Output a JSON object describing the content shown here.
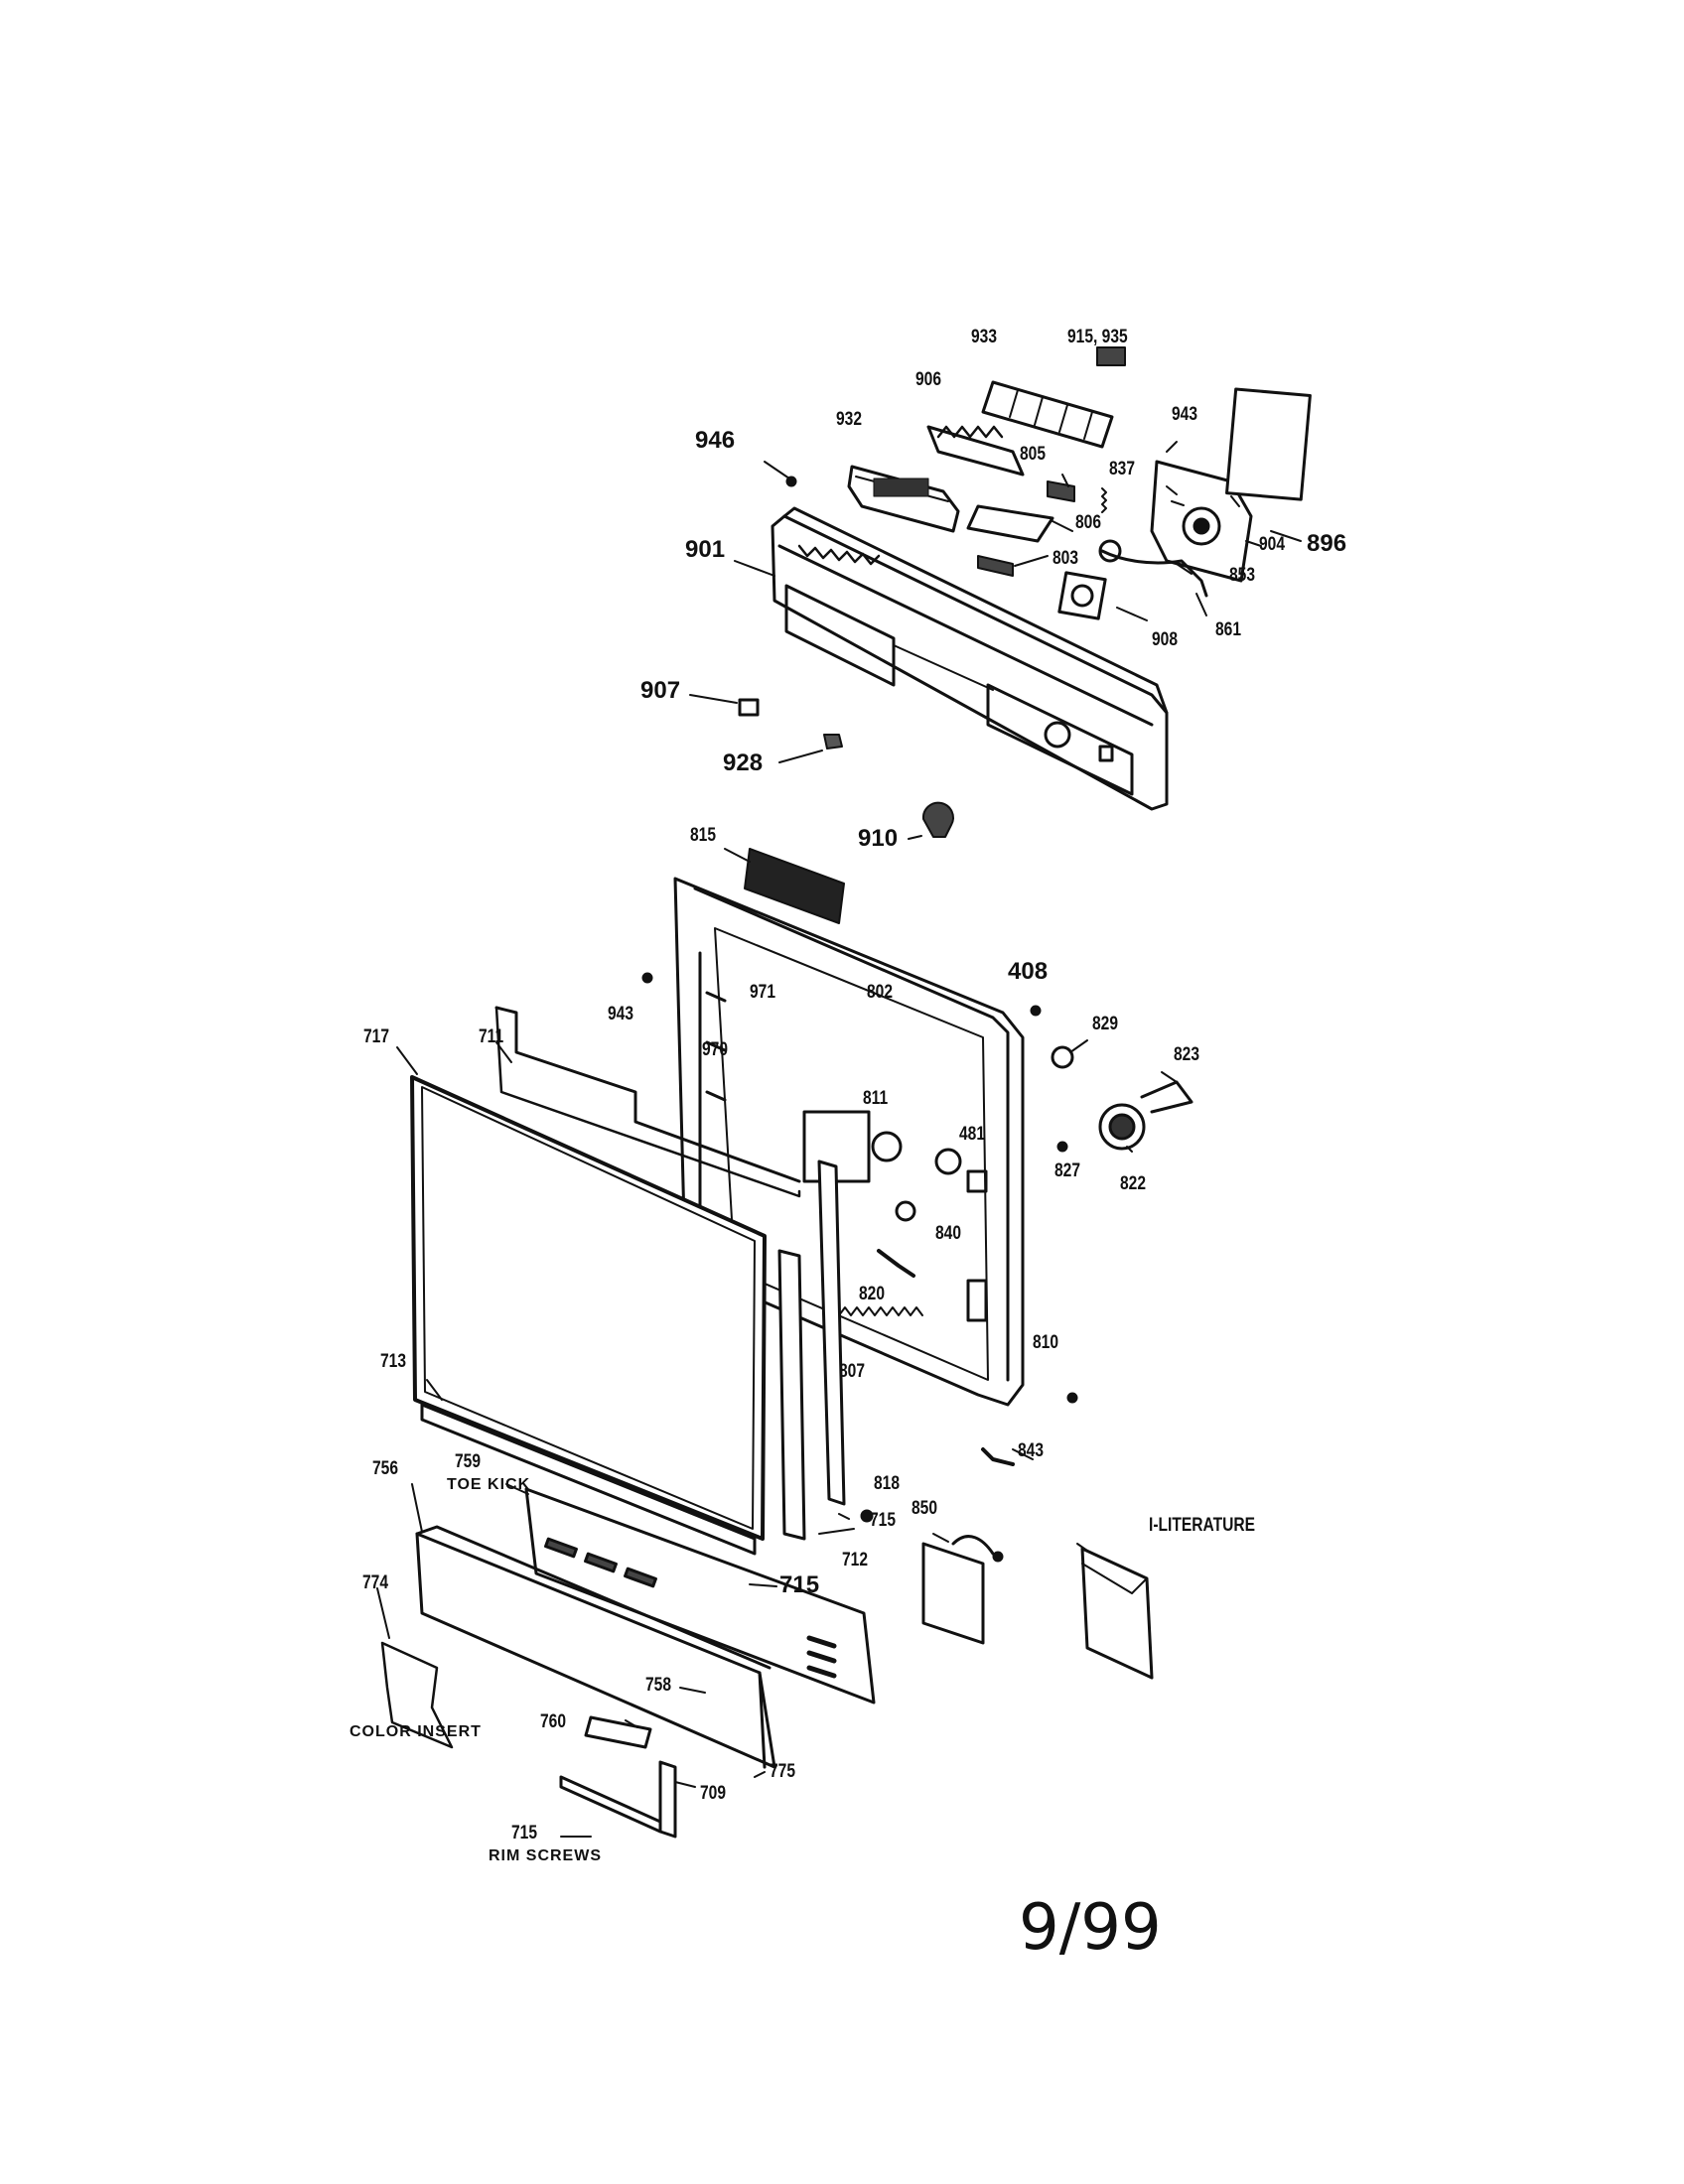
{
  "diagram": {
    "date": "9/99",
    "labels": {
      "p933": "933",
      "p915_935": "915, 935",
      "p906": "906",
      "p932": "932",
      "p946": "946",
      "p805": "805",
      "p837": "837",
      "p943_top": "943",
      "p896": "896",
      "p904": "904",
      "p806": "806",
      "p853": "853",
      "p901": "901",
      "p803": "803",
      "p861": "861",
      "p908": "908",
      "p907": "907",
      "p928": "928",
      "p910": "910",
      "p815": "815",
      "p408": "408",
      "p943_mid": "943",
      "p971": "971",
      "p802": "802",
      "p829": "829",
      "p823": "823",
      "p717": "717",
      "p711": "711",
      "p970": "970",
      "p811": "811",
      "p481": "481",
      "p827": "827",
      "p822": "822",
      "p840": "840",
      "p820": "820",
      "p810": "810",
      "p713": "713",
      "p807": "807",
      "p843": "843",
      "p759": "759",
      "toe_kick": "TOE KICK",
      "p818": "818",
      "p756": "756",
      "p715_a": "715",
      "p850": "850",
      "p715_b": "715",
      "p712": "712",
      "literature": "I-LITERATURE",
      "p774": "774",
      "p758": "758",
      "color_insert": "COLOR INSERT",
      "p760": "760",
      "p775": "775",
      "p709": "709",
      "p715_c": "715",
      "rim_screws": "RIM SCREWS"
    }
  }
}
